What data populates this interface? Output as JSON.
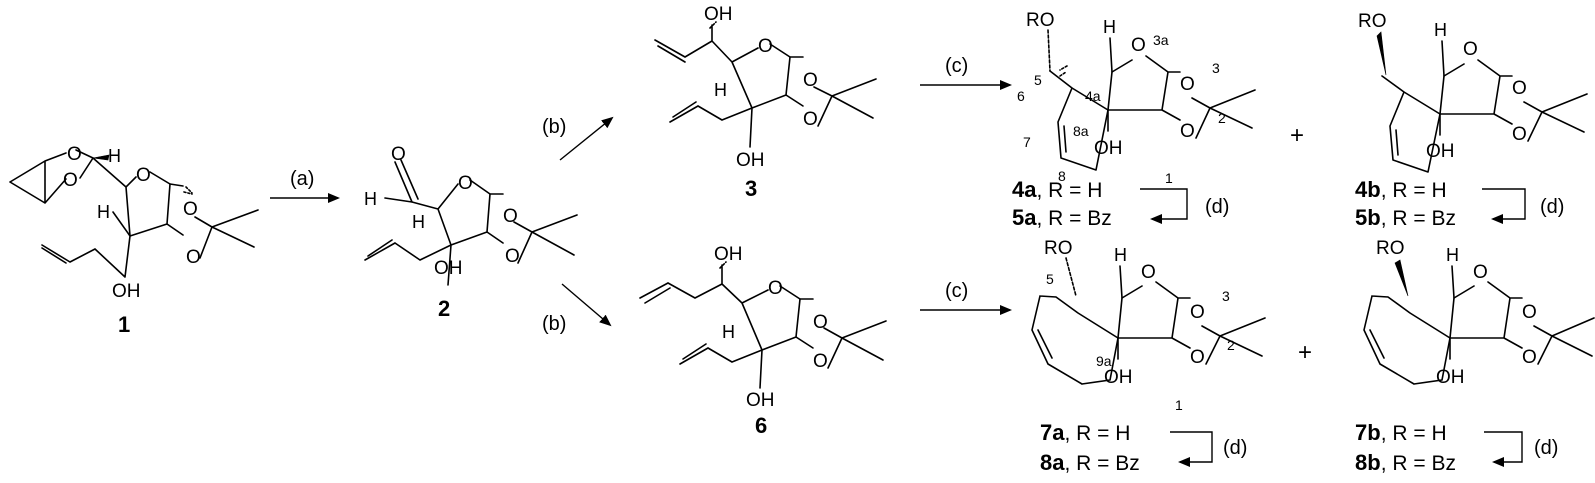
{
  "atoms": {
    "O": "O",
    "OH": "OH",
    "H": "H",
    "RO": "RO"
  },
  "reagents": [
    "(a)",
    "(b)",
    "(b)",
    "(c)",
    "(c)",
    "(d)",
    "(d)",
    "(d)",
    "(d)"
  ],
  "plus": "+",
  "compounds": {
    "c1": "1",
    "c2": "2",
    "c3": "3",
    "c6": "6"
  },
  "labels": [
    {
      "id": "4a",
      "rest": ", R = H"
    },
    {
      "id": "5a",
      "rest": ", R = Bz"
    },
    {
      "id": "4b",
      "rest": ", R = H"
    },
    {
      "id": "5b",
      "rest": ", R = Bz"
    },
    {
      "id": "7a",
      "rest": ", R = H"
    },
    {
      "id": "8a",
      "rest": ", R = Bz"
    },
    {
      "id": "7b",
      "rest": ", R = H"
    },
    {
      "id": "8b",
      "rest": ", R = Bz"
    }
  ],
  "numbering": {
    "n5": "5",
    "n3a": "3a",
    "n3": "3",
    "n4a": "4a",
    "n6": "6",
    "n8a": "8a",
    "n2": "2",
    "n7": "7",
    "n8": "8",
    "n1": "1",
    "n9a": "9a"
  }
}
